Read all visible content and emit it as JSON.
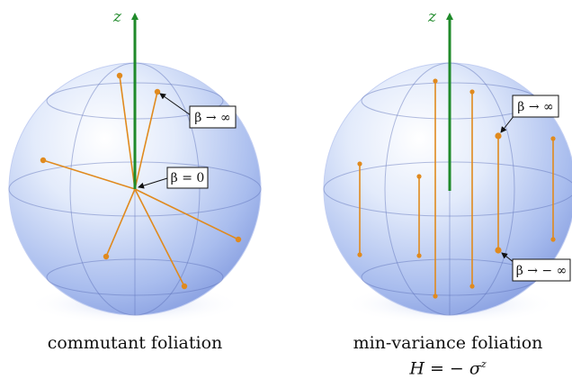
{
  "axis_label": "z",
  "left_panel": {
    "caption": "commutant foliation",
    "callouts": [
      {
        "text": "β → ∞"
      },
      {
        "text": "β = 0"
      }
    ]
  },
  "right_panel": {
    "caption": "min-variance foliation",
    "formula": "H = − σ",
    "formula_sup": "z",
    "callouts": [
      {
        "text": "β → ∞"
      },
      {
        "text": "β → − ∞"
      }
    ]
  },
  "colors": {
    "axis": "#1f8a2a",
    "foliation": "#e08a1e",
    "sphere": "#9fb6ea",
    "gridline": "#5b6fb8"
  },
  "icons": [
    "arrow-up-icon",
    "arrow-pointer-icon"
  ]
}
